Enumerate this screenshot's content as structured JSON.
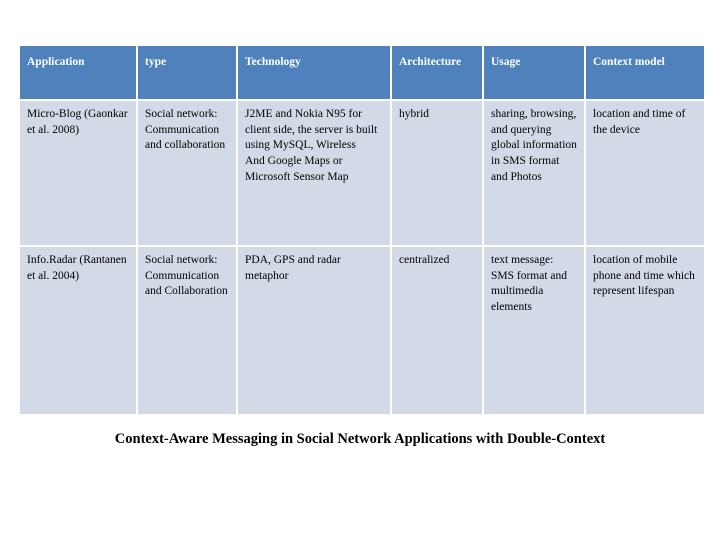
{
  "table": {
    "headers": [
      "Application",
      "type",
      "Technology",
      "Architecture",
      "Usage",
      "Context model"
    ],
    "rows": [
      {
        "application": "Micro-Blog (Gaonkar et al. 2008)",
        "type": "Social network: Communication and collaboration",
        "technology_line1": "J2ME and Nokia N95 for client side, the server is built using MySQL, Wireless",
        "technology_line2": "And Google Maps or Microsoft Sensor Map",
        "architecture": "hybrid",
        "usage": "sharing, browsing, and querying global information in SMS format and Photos",
        "context_model": "location and time of the device"
      },
      {
        "application": "Info.Radar (Rantanen et al. 2004)",
        "type": "Social network: Communication and Collaboration",
        "technology_line1": "PDA, GPS and radar metaphor",
        "technology_line2": "",
        "architecture": "centralized",
        "usage": "text message: SMS format and multimedia elements",
        "context_model": "location of mobile phone and time which represent lifespan"
      }
    ]
  },
  "caption": "Context-Aware Messaging in Social Network Applications with Double-Context",
  "colors": {
    "header_background": "#4F81BD",
    "header_text": "#FFFFFF",
    "cell_background": "#D2D9E7",
    "cell_text": "#000000",
    "page_background": "#FFFFFF"
  }
}
